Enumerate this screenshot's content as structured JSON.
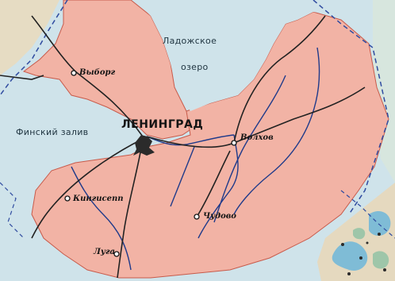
{
  "water_labels": {
    "lake_line1": "Ладожское",
    "lake_line2": "озеро",
    "gulf": "Финский залив"
  },
  "cities": {
    "capital": "ЛЕНИНГРАД",
    "vyborg": "Выборг",
    "volkhov": "Волхов",
    "kingisepp": "Кингисепп",
    "chudovo": "Чудово",
    "luga": "Луга"
  },
  "colors": {
    "water": "#cfe3ea",
    "region": "#f2b3a5",
    "outside": "#e9ddc8",
    "border": "#c85a4a",
    "rivers": "#1f3a8a",
    "railways": "#222222",
    "city_area": "#2b2b2b"
  }
}
